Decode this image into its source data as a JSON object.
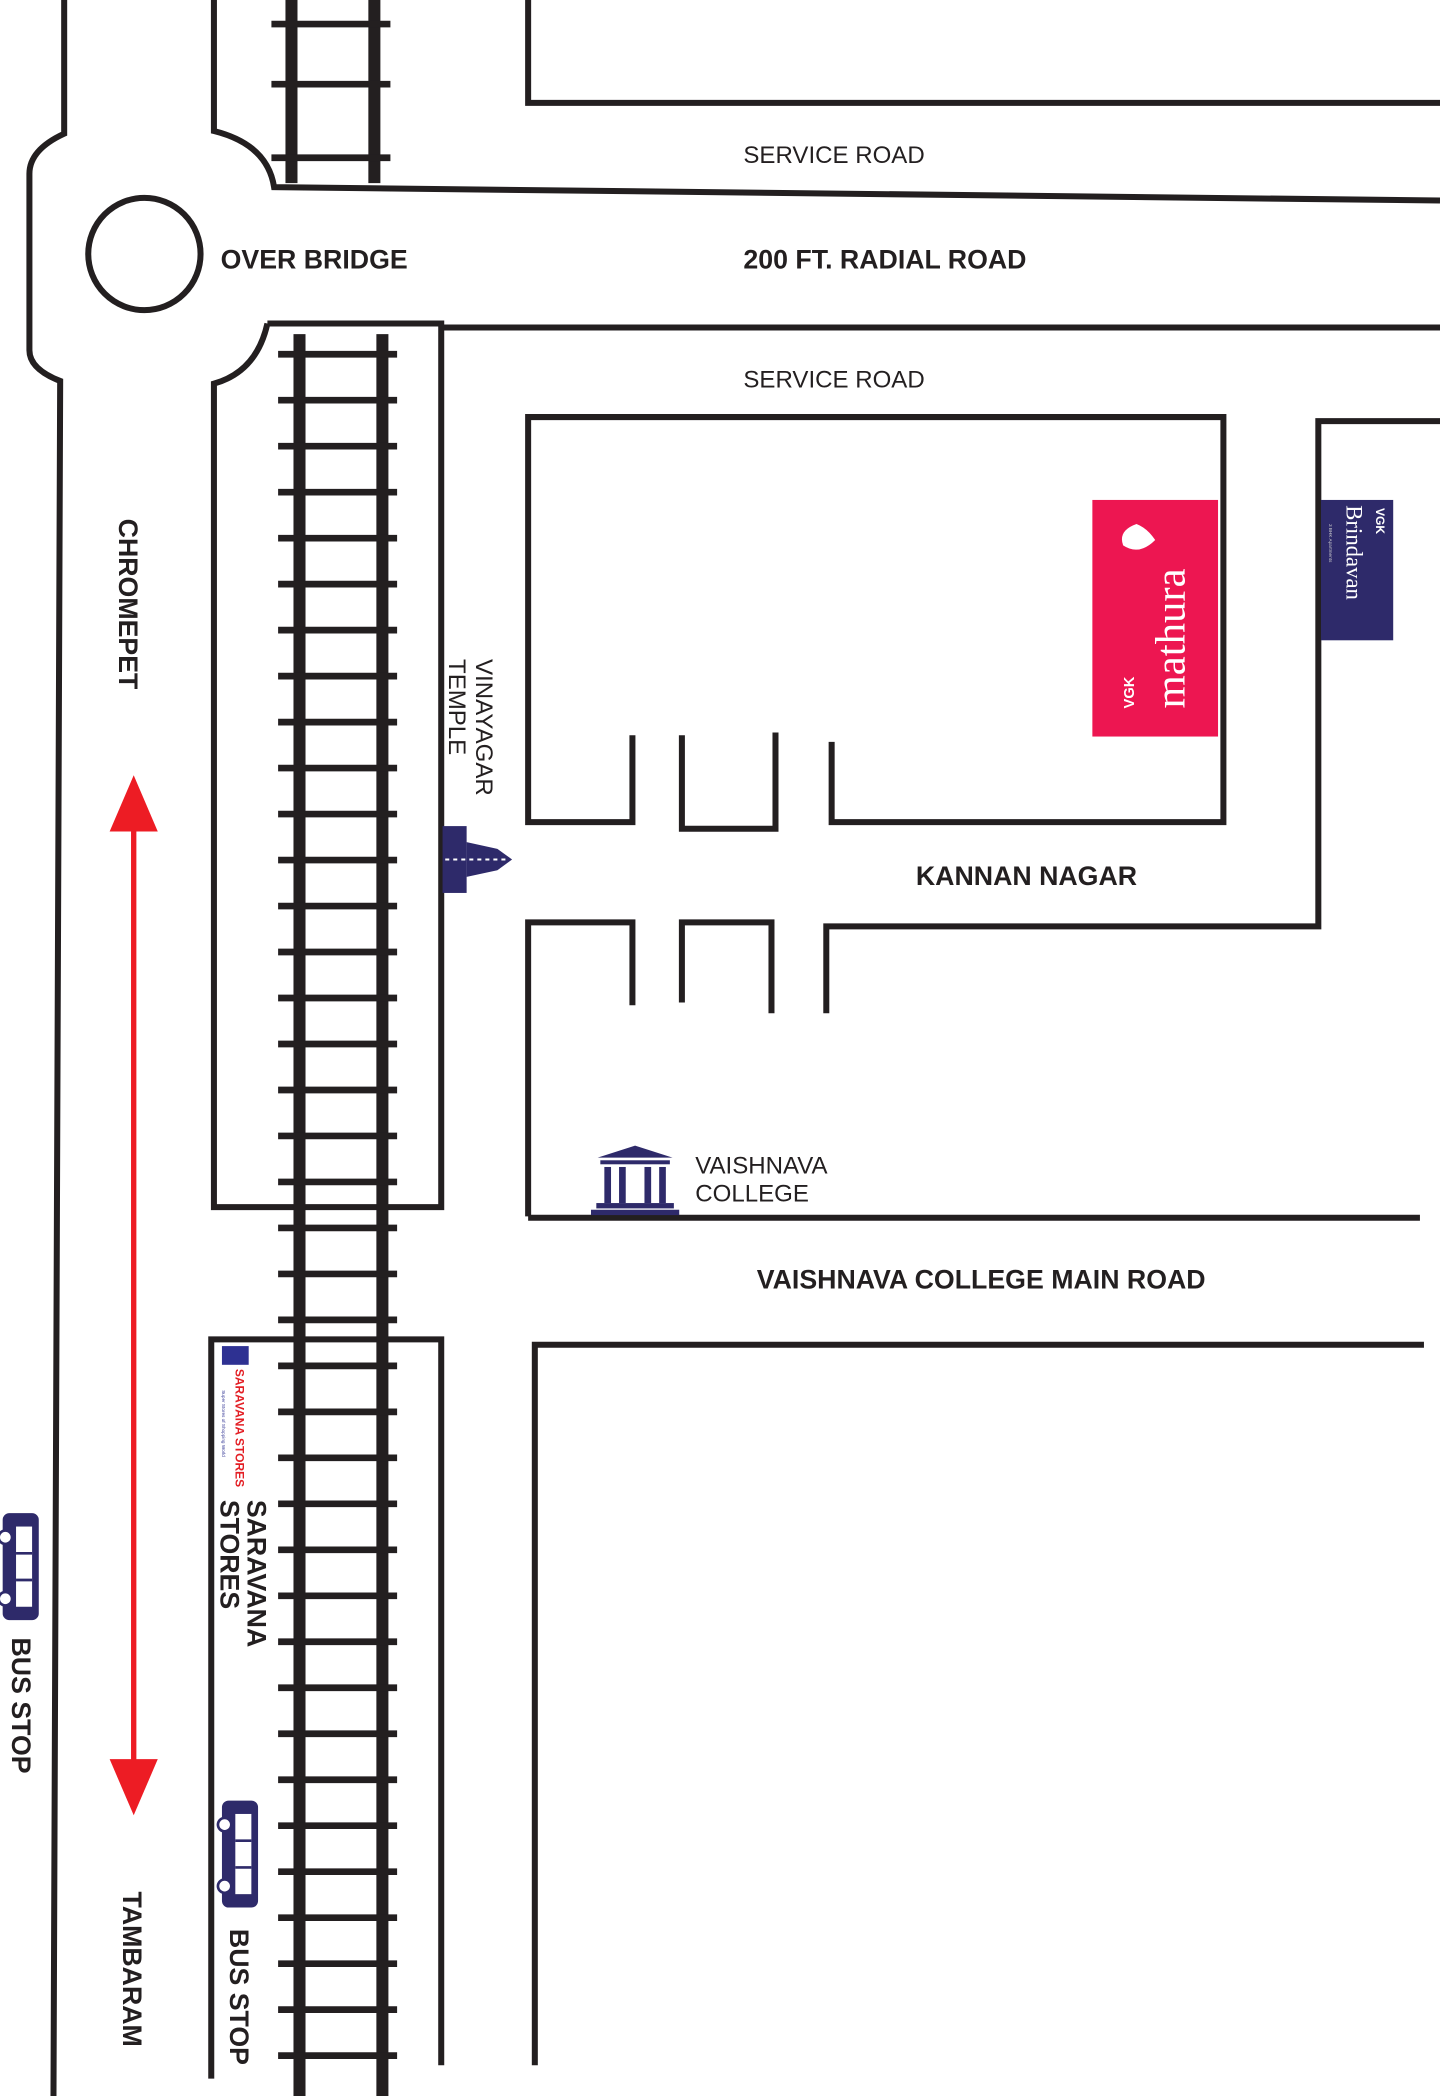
{
  "labels": {
    "service_road_top": "SERVICE ROAD",
    "radial_road": "200 FT. RADIAL ROAD",
    "service_road_bottom": "SERVICE ROAD",
    "over_bridge": "OVER BRIDGE",
    "chromepet": "CHROMEPET",
    "tambaram": "TAMBARAM",
    "vinayagar_line1": "VINAYAGAR",
    "vinayagar_line2": "TEMPLE",
    "kannan_nagar": "KANNAN NAGAR",
    "vaishnava_line1": "VAISHNAVA",
    "vaishnava_line2": "COLLEGE",
    "vaishnava_main_road": "VAISHNAVA COLLEGE MAIN ROAD",
    "saravana_line1": "SARAVANA",
    "saravana_line2": "STORES",
    "bus_stop_left": "BUS STOP",
    "bus_stop_right": "BUS STOP"
  },
  "logos": {
    "mathura": {
      "brand": "VGK",
      "name": "mathura",
      "color": "#ed1651"
    },
    "brindavan": {
      "brand": "VGK",
      "name": "Brindavan",
      "tagline": "3 BHK Apartments",
      "color": "#2e2a6a"
    },
    "saravana": {
      "name": "SARAVANA STORES",
      "tagline": "Super Stores of Shopping World",
      "color": "#e31e24"
    }
  },
  "colors": {
    "road": "#231f20",
    "arrow": "#ed1c24",
    "icon": "#2e2a6a"
  }
}
